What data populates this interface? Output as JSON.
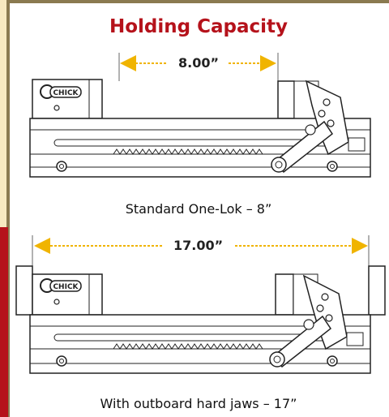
{
  "title": "Holding Capacity",
  "diagram_1": {
    "dimension": "8.00”",
    "caption": "Standard One-Lok – 8”",
    "logo": "CHICK"
  },
  "diagram_2": {
    "dimension": "17.00”",
    "caption": "With outboard hard jaws – 17”",
    "logo": "CHICK"
  },
  "colors": {
    "title": "#b5121b",
    "arrow": "#f0b400",
    "background": "#f7e9c0",
    "accent_stripe": "#b5121b"
  }
}
